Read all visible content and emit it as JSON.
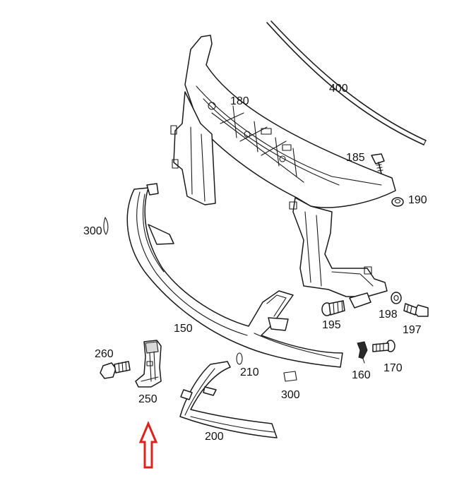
{
  "labels": {
    "p400": "400",
    "p180": "180",
    "p185": "185",
    "p190": "190",
    "p300a": "300",
    "p150": "150",
    "p195": "195",
    "p198": "198",
    "p197": "197",
    "p260": "260",
    "p210": "210",
    "p160": "160",
    "p170": "170",
    "p300b": "300",
    "p250": "250",
    "p200": "200"
  },
  "highlight": {
    "target_part": "250",
    "arrow_color": "#e0201c"
  }
}
